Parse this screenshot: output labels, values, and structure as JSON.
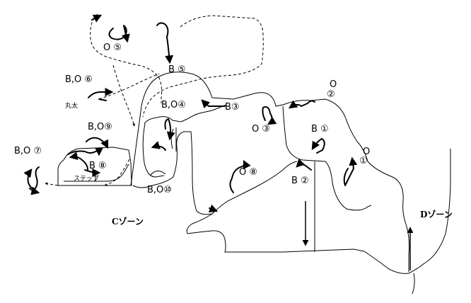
{
  "labels": {
    "o5_top": "O ⑤",
    "b5_top": "B ⑤",
    "bo6": "B,O ⑥",
    "log": "丸太",
    "bo4": "B,O④",
    "b3": "B③",
    "o3": "O ③",
    "o2": "O",
    "o2_num": "②",
    "b1": "B ①",
    "o1": "O",
    "o1_num": "①",
    "bo9": "B,O⑨",
    "bo7": "B,O ⑦",
    "b8": "B ⑧",
    "step": "ステップ",
    "o8": "O ⑧",
    "b2": "B ②",
    "bo10": "B,O⑩",
    "zone_c": "Cゾーン",
    "zone_d": "Dゾーン"
  },
  "colors": {
    "ink": "#000000",
    "background": "#ffffff"
  }
}
